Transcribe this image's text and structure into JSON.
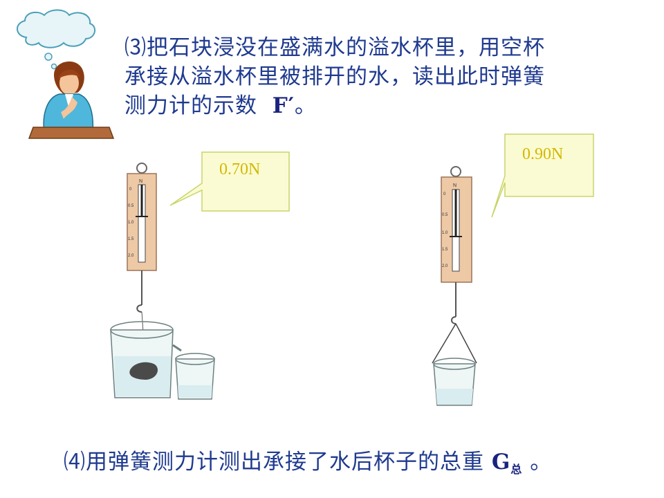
{
  "step3": {
    "lines": [
      "⑶把石块浸没在盛满水的溢水杯里，用空杯",
      "承接从溢水杯里被排开的水，读出此时弹簧",
      "测力计的示数"
    ],
    "symbol": "F′",
    "end": "。"
  },
  "readings": {
    "left": "0.70N",
    "right": "0.90N"
  },
  "scale_ticks": [
    "N",
    "0",
    "0.5",
    "1.0",
    "1.5",
    "2.0"
  ],
  "step4": {
    "text": "⑷用弹簧测力计测出承接了水后杯子的总重",
    "symbol": "G",
    "subscript": "总",
    "end": "。"
  }
}
